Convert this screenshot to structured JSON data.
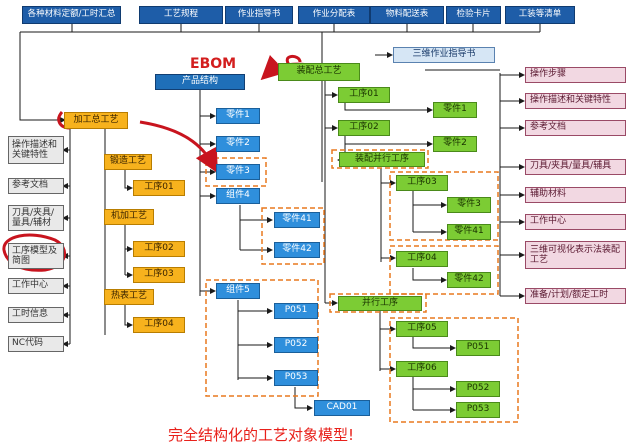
{
  "top_nav": [
    "各种材料定额/工时汇总",
    "工艺规程",
    "作业指导书",
    "作业分配表",
    "物料配送表",
    "检验卡片",
    "工装等清单"
  ],
  "ebom_label": "EBOM",
  "sanwei_label": "三维作业指导书",
  "product": "产品结构",
  "assembly_total": "装配总工艺",
  "proc_total": "加工总工艺",
  "blue_parts": [
    "零件1",
    "零件2",
    "零件3",
    "组件4"
  ],
  "comp4_parts": [
    "零件41",
    "零件42"
  ],
  "comp5": "组件5",
  "comp5_items": [
    "P051",
    "P052",
    "P053"
  ],
  "cad": "CAD01",
  "orange": {
    "forging": "锻造工艺",
    "op01": "工序01",
    "machining": "机加工艺",
    "op02": "工序02",
    "op03": "工序03",
    "heat": "热表工艺",
    "op04": "工序04"
  },
  "left_grey": [
    "操作描述和关键特性",
    "参考文档",
    "刀具/夹具/量具/辅材",
    "工序模型及简图",
    "工作中心",
    "工时信息",
    "NC代码"
  ],
  "green_right": {
    "op01": "工序01",
    "part1": "零件1",
    "op02": "工序02",
    "part2": "零件2",
    "parallel_asm": "装配并行工序",
    "op03": "工序03",
    "part3": "零件3",
    "part41": "零件41",
    "op04": "工序04",
    "part42": "零件42",
    "parallel": "并行工序",
    "op05": "工序05",
    "p051": "P051",
    "op06": "工序06",
    "p052": "P052",
    "p053": "P053"
  },
  "right_pink": [
    "操作步骤",
    "操作描述和关键特性",
    "参考文档",
    "刀具/夹具/量具/辅具",
    "辅助材料",
    "工作中心",
    "三维可视化表示法装配工艺",
    "准备/计划/额定工时"
  ],
  "caption": "完全结构化的工艺对象模型!"
}
